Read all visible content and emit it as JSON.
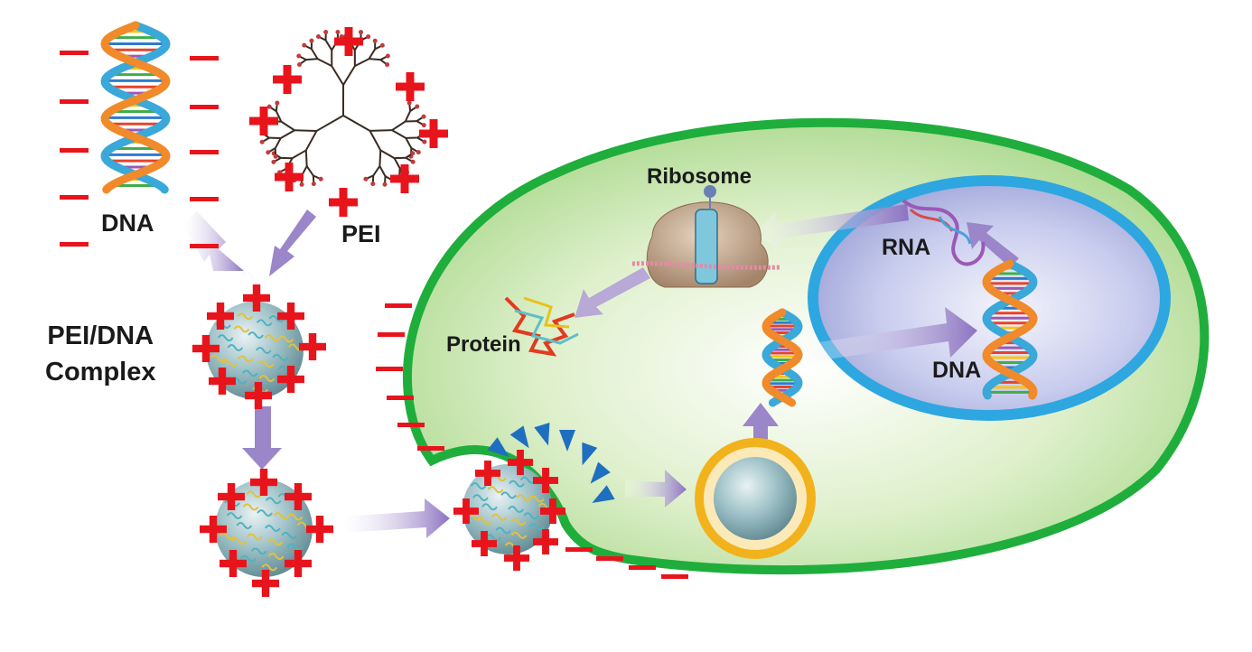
{
  "labels": {
    "dna_input": "DNA",
    "pei": "PEI",
    "complex_line1": "PEI/DNA",
    "complex_line2": "Complex",
    "ribosome": "Ribosome",
    "rna": "RNA",
    "protein": "Protein",
    "dna_nucleus": "DNA"
  },
  "colors": {
    "cell_membrane": "#1fae3c",
    "cytoplasm": "#cfe9b8",
    "nucleus_envelope": "#2ea7e0",
    "nucleus_inner": "#b9bfe6",
    "charge": "#e8141c",
    "arrow": "#9a86c8",
    "endosome_ring": "#f2b21c",
    "receptor": "#1f6fc0",
    "ribosome": "#c8a888"
  }
}
